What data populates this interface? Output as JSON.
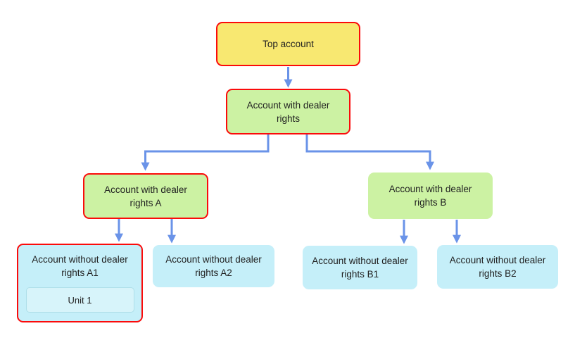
{
  "diagram": {
    "colors": {
      "yellow_fill": "#F8E871",
      "green_fill": "#CCF2A3",
      "cyan_fill": "#C5EFF9",
      "unit_fill": "#D7F4FA",
      "unit_border": "#AEDFE9",
      "highlight_border": "#FB0B0B",
      "arrow": "#6A93E8",
      "text": "#212121"
    },
    "nodes": {
      "top": {
        "label": "Top account",
        "highlighted": true
      },
      "dealer": {
        "label": "Account with dealer rights",
        "highlighted": true
      },
      "dealer_a": {
        "label": "Account with dealer rights A",
        "highlighted": true
      },
      "dealer_b": {
        "label": "Account with dealer rights B",
        "highlighted": false
      },
      "no_dealer_a1": {
        "label": "Account without dealer rights A1",
        "highlighted": true
      },
      "no_dealer_a2": {
        "label": "Account without dealer rights A2",
        "highlighted": false
      },
      "no_dealer_b1": {
        "label": "Account without dealer rights B1",
        "highlighted": false
      },
      "no_dealer_b2": {
        "label": "Account without dealer rights B2",
        "highlighted": false
      },
      "unit1": {
        "label": "Unit 1",
        "highlighted": false
      }
    },
    "edges": [
      {
        "from": "top",
        "to": "dealer"
      },
      {
        "from": "dealer",
        "to": "dealer_a"
      },
      {
        "from": "dealer",
        "to": "dealer_b"
      },
      {
        "from": "dealer_a",
        "to": "no_dealer_a1"
      },
      {
        "from": "dealer_a",
        "to": "no_dealer_a2"
      },
      {
        "from": "dealer_b",
        "to": "no_dealer_b1"
      },
      {
        "from": "dealer_b",
        "to": "no_dealer_b2"
      },
      {
        "from": "no_dealer_a1",
        "contains": "unit1"
      }
    ]
  }
}
